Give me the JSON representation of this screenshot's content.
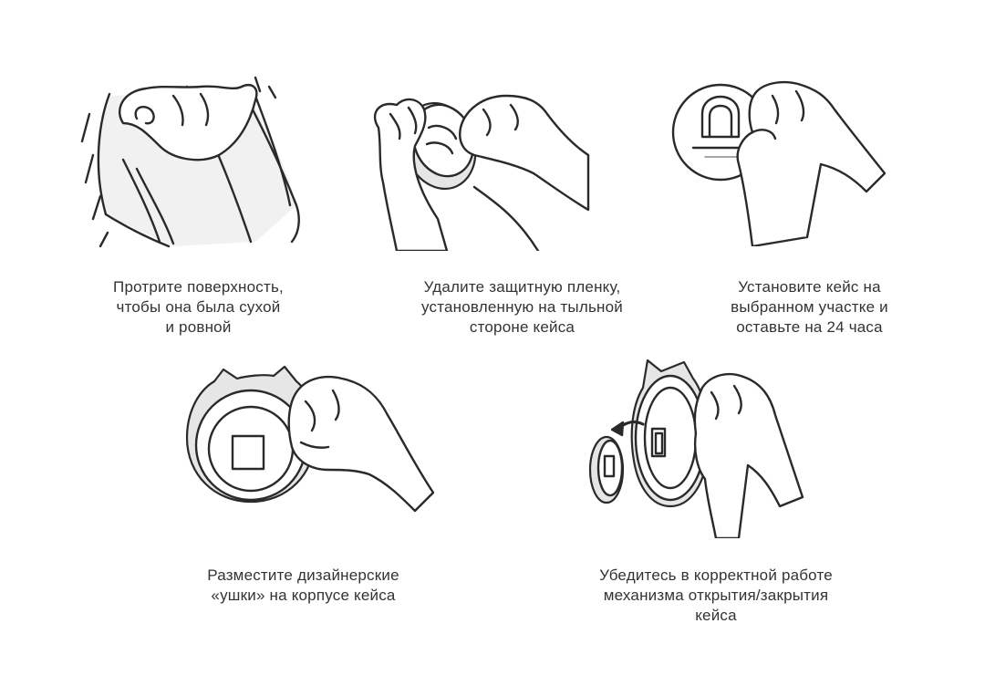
{
  "steps": [
    {
      "id": "wipe",
      "icon": "wipe-surface-icon",
      "caption": [
        "Протрите поверхность,",
        "чтобы она была сухой",
        "и ровной"
      ]
    },
    {
      "id": "peel",
      "icon": "peel-film-icon",
      "caption": [
        "Удалите защитную пленку,",
        "установленную на тыльной",
        "стороне кейса"
      ]
    },
    {
      "id": "mount",
      "icon": "mount-case-icon",
      "caption": [
        "Установите кейс на",
        "выбранном участке и",
        "оставьте на 24 часа"
      ]
    },
    {
      "id": "ears",
      "icon": "attach-ears-icon",
      "caption": [
        "Разместите дизайнерские",
        "«ушки» на корпусе кейса"
      ]
    },
    {
      "id": "check",
      "icon": "check-lid-icon",
      "caption": [
        "Убедитесь в корректной работе",
        "механизма открытия/закрытия",
        "кейса"
      ]
    }
  ]
}
